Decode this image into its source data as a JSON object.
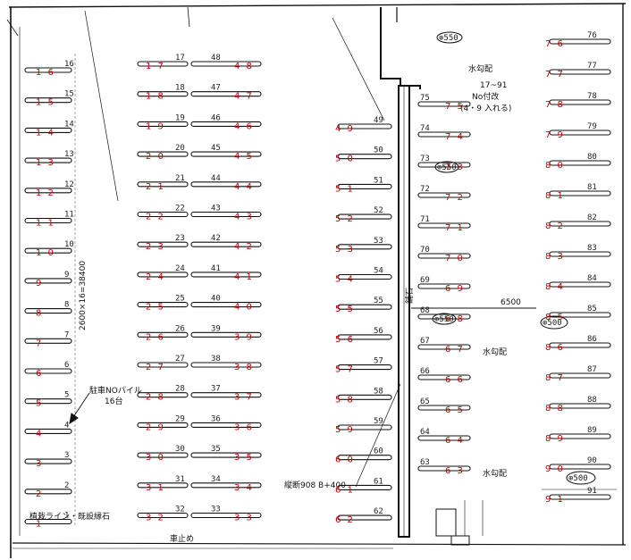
{
  "title": "",
  "columns": [
    {
      "id": "A",
      "spots": [
        "16",
        "15",
        "14",
        "13",
        "12",
        "11",
        "10",
        "9",
        "8",
        "7",
        "6",
        "5",
        "4",
        "3",
        "2",
        "1"
      ]
    },
    {
      "id": "B",
      "spots": [
        "17",
        "18",
        "19",
        "20",
        "21",
        "22",
        "23",
        "24",
        "25",
        "26",
        "27",
        "28",
        "29",
        "30",
        "31",
        "32"
      ]
    },
    {
      "id": "C",
      "spots": [
        "48",
        "47",
        "46",
        "45",
        "44",
        "43",
        "42",
        "41",
        "40",
        "39",
        "38",
        "37",
        "36",
        "35",
        "34",
        "33"
      ]
    },
    {
      "id": "D",
      "spots": [
        "49",
        "50",
        "51",
        "52",
        "53",
        "54",
        "55",
        "56",
        "57",
        "58",
        "59",
        "60",
        "61",
        "62"
      ]
    },
    {
      "id": "E",
      "spots": [
        "75",
        "74",
        "73",
        "72",
        "71",
        "70",
        "69",
        "68",
        "67",
        "66",
        "65",
        "64",
        "63"
      ]
    },
    {
      "id": "F",
      "spots": [
        "76",
        "77",
        "78",
        "79",
        "80",
        "81",
        "82",
        "83",
        "84",
        "85",
        "86",
        "87",
        "88",
        "89",
        "90",
        "91"
      ]
    }
  ],
  "annotations": {
    "top_badge": "⊕550",
    "mid_badge": "⊕550",
    "right_badge": "⊕500",
    "lower_badge": "⊕550",
    "right_lower_badge": "⊕500",
    "note_17_91": "17~91",
    "note_no": "No付改",
    "note_detail": "(4・9 入れる)",
    "dimension_vertical": "2600×16=38400",
    "label_center": "舗石",
    "dimension_6500": "6500",
    "drain_top": "水勾配",
    "drain_mid": "水勾配",
    "drain_lower": "水勾配",
    "parking_note": "駐車NOパイル",
    "parking_count": "16台",
    "road_line": "植栽ライン・既設縁石",
    "bottom_note": "車止め",
    "bottom_mark": "縦断908 B+400"
  }
}
